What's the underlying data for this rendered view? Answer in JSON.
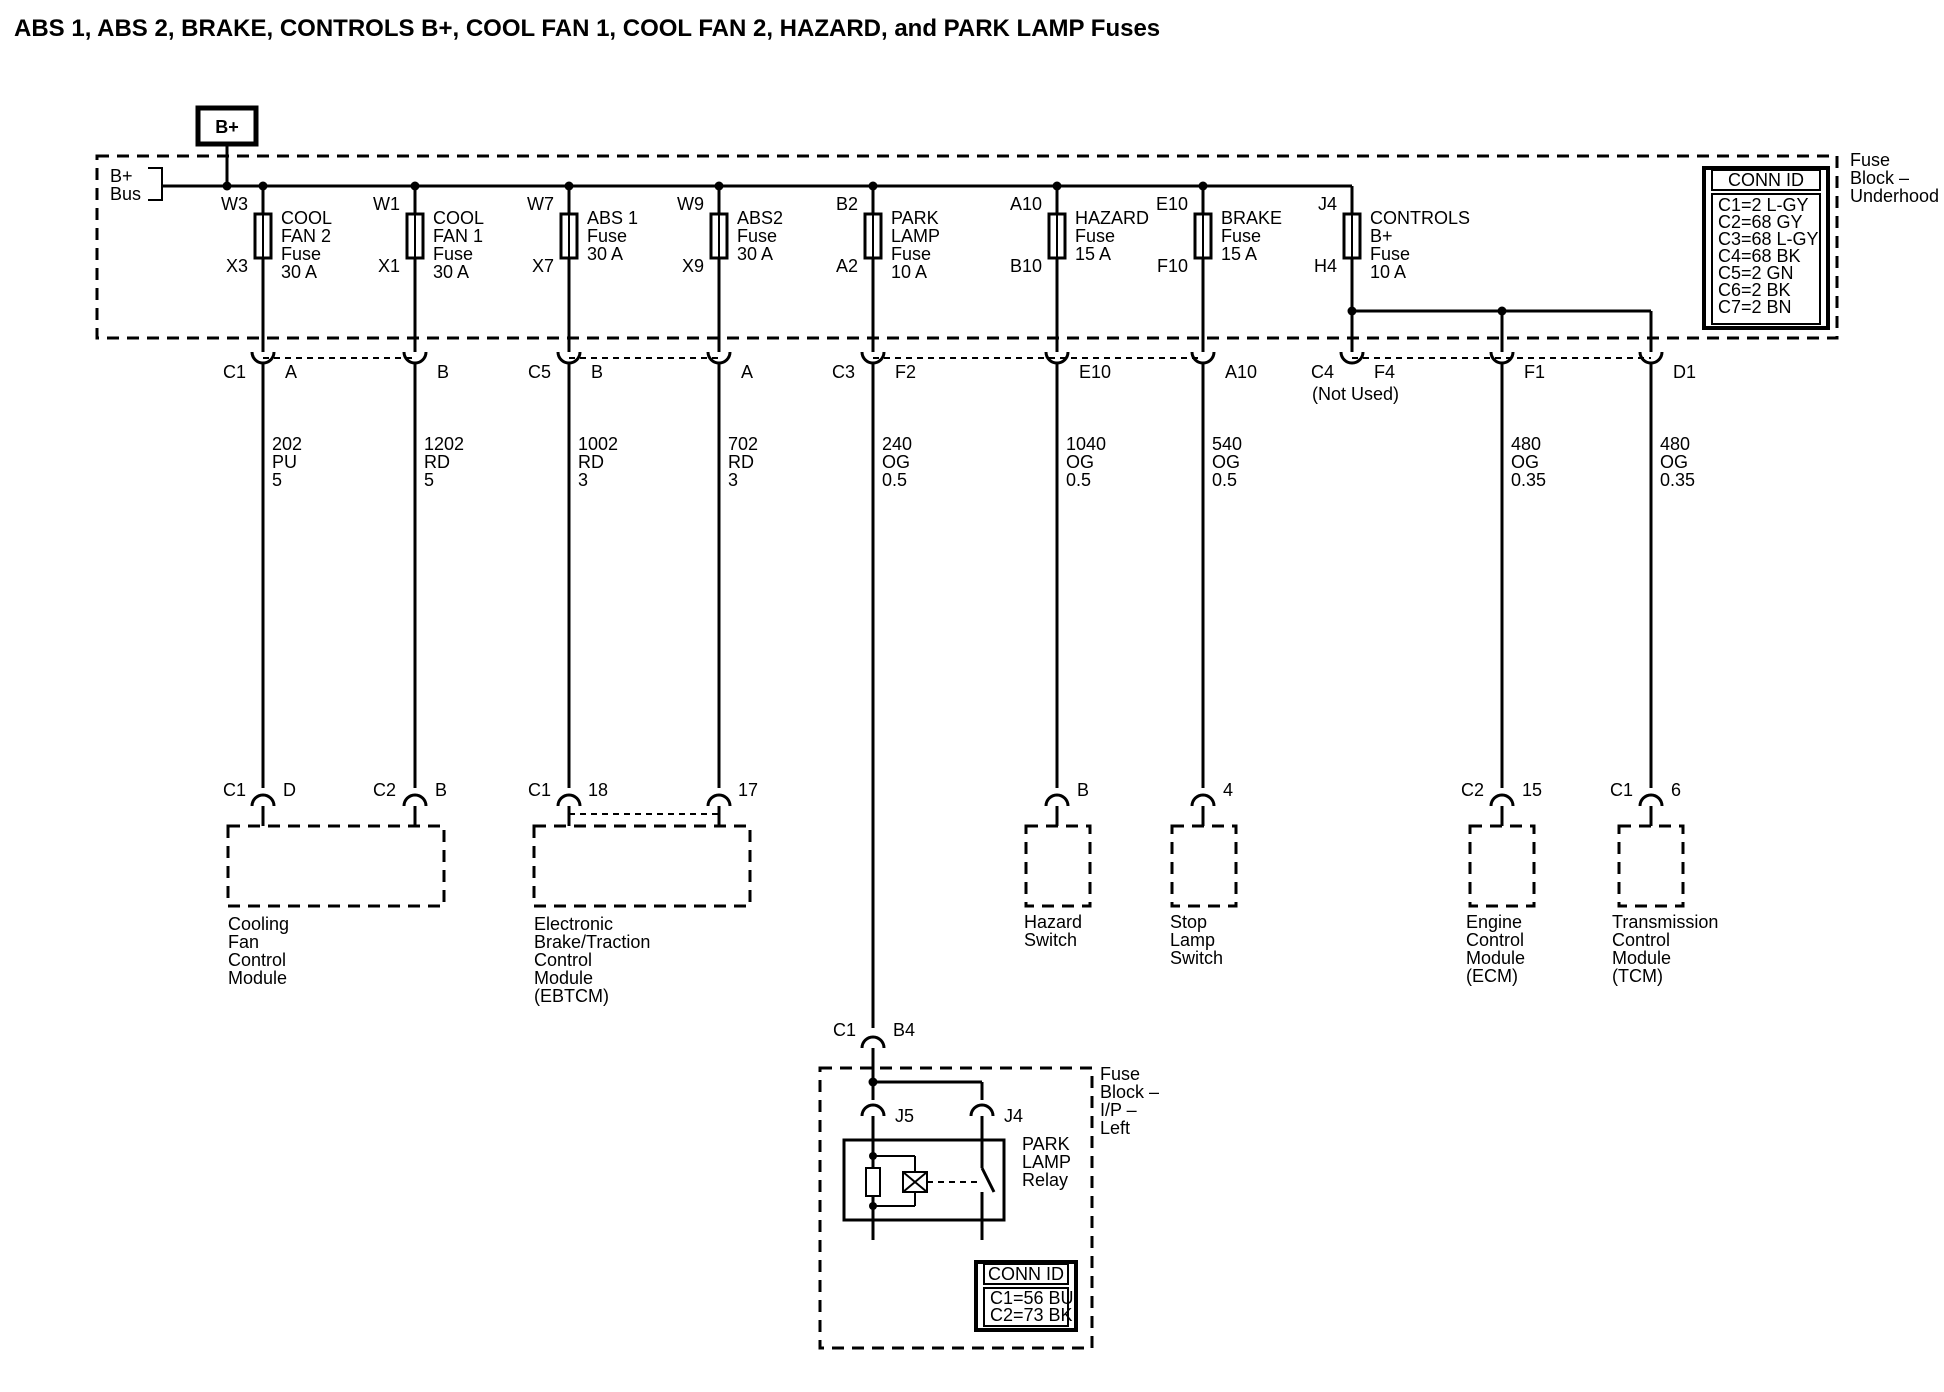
{
  "title": "ABS 1, ABS 2, BRAKE, CONTROLS B+, COOL FAN 1, COOL FAN 2, HAZARD, and PARK LAMP Fuses",
  "power_source": "B+",
  "bus": {
    "line1": "B+",
    "line2": "Bus"
  },
  "fuse_block_underhood": {
    "line1": "Fuse",
    "line2": "Block –",
    "line3": "Underhood"
  },
  "conn_id_underhood": {
    "header": "CONN ID",
    "rows": [
      "C1=2 L-GY",
      "C2=68 GY",
      "C3=68 L-GY",
      "C4=68 BK",
      "C5=2 GN",
      "C6=2 BK",
      "C7=2 BN"
    ]
  },
  "fuses": [
    {
      "top": "W3",
      "bottom": "X3",
      "lines": [
        "COOL",
        "FAN 2",
        "Fuse",
        "30 A"
      ]
    },
    {
      "top": "W1",
      "bottom": "X1",
      "lines": [
        "COOL",
        "FAN 1",
        "Fuse",
        "30 A"
      ]
    },
    {
      "top": "W7",
      "bottom": "X7",
      "lines": [
        "ABS 1",
        "Fuse",
        "30 A"
      ]
    },
    {
      "top": "W9",
      "bottom": "X9",
      "lines": [
        "ABS2",
        "Fuse",
        "30 A"
      ]
    },
    {
      "top": "B2",
      "bottom": "A2",
      "lines": [
        "PARK",
        "LAMP",
        "Fuse",
        "10 A"
      ]
    },
    {
      "top": "A10",
      "bottom": "B10",
      "lines": [
        "HAZARD",
        "Fuse",
        "15 A"
      ]
    },
    {
      "top": "E10",
      "bottom": "F10",
      "lines": [
        "BRAKE",
        "Fuse",
        "15 A"
      ]
    },
    {
      "top": "J4",
      "bottom": "H4",
      "lines": [
        "CONTROLS",
        "B+",
        "Fuse",
        "10 A"
      ]
    }
  ],
  "block_connectors": [
    {
      "conn": "C1",
      "pin": "A"
    },
    {
      "conn": "",
      "pin": "B"
    },
    {
      "conn": "C5",
      "pin": "B"
    },
    {
      "conn": "",
      "pin": "A"
    },
    {
      "conn": "C3",
      "pin": "F2"
    },
    {
      "conn": "",
      "pin": "E10"
    },
    {
      "conn": "",
      "pin": "A10"
    },
    {
      "conn": "C4",
      "pin": "F4"
    },
    {
      "conn": "",
      "pin": "F1"
    },
    {
      "conn": "",
      "pin": "D1"
    }
  ],
  "not_used": "(Not Used)",
  "wires": [
    {
      "circuit": "202",
      "color": "PU",
      "size": "5"
    },
    {
      "circuit": "1202",
      "color": "RD",
      "size": "5"
    },
    {
      "circuit": "1002",
      "color": "RD",
      "size": "3"
    },
    {
      "circuit": "702",
      "color": "RD",
      "size": "3"
    },
    {
      "circuit": "240",
      "color": "OG",
      "size": "0.5"
    },
    {
      "circuit": "1040",
      "color": "OG",
      "size": "0.5"
    },
    {
      "circuit": "540",
      "color": "OG",
      "size": "0.5"
    },
    {
      "circuit": "480",
      "color": "OG",
      "size": "0.35"
    },
    {
      "circuit": "480",
      "color": "OG",
      "size": "0.35"
    }
  ],
  "component_connectors": [
    {
      "conn": "C1",
      "pin": "D"
    },
    {
      "conn": "C2",
      "pin": "B"
    },
    {
      "conn": "C1",
      "pin": "18"
    },
    {
      "conn": "",
      "pin": "17"
    },
    {
      "conn": "",
      "pin": "B"
    },
    {
      "conn": "",
      "pin": "4"
    },
    {
      "conn": "C2",
      "pin": "15"
    },
    {
      "conn": "C1",
      "pin": "6"
    }
  ],
  "components": [
    {
      "lines": [
        "Cooling",
        "Fan",
        "Control",
        "Module"
      ]
    },
    {
      "lines": [
        "Electronic",
        "Brake/Traction",
        "Control",
        "Module",
        "(EBTCM)"
      ]
    },
    {
      "lines": [
        "Hazard",
        "Switch"
      ]
    },
    {
      "lines": [
        "Stop",
        "Lamp",
        "Switch"
      ]
    },
    {
      "lines": [
        "Engine",
        "Control",
        "Module",
        "(ECM)"
      ]
    },
    {
      "lines": [
        "Transmission",
        "Control",
        "Module",
        "(TCM)"
      ]
    }
  ],
  "ip_connector": {
    "conn": "C1",
    "pin": "B4"
  },
  "fuse_block_ip": {
    "line1": "Fuse",
    "line2": "Block –",
    "line3": "I/P –",
    "line4": "Left"
  },
  "relay": {
    "pin_left": "J5",
    "pin_right": "J4",
    "lines": [
      "PARK",
      "LAMP",
      "Relay"
    ]
  },
  "conn_id_ip": {
    "header": "CONN ID",
    "rows": [
      "C1=56 BU",
      "C2=73 BK"
    ]
  }
}
